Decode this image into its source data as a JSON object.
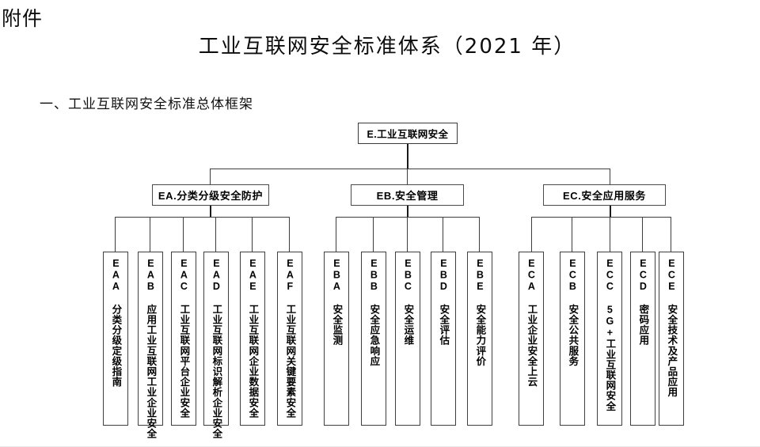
{
  "document": {
    "attachment_label": "附件",
    "title": "工业互联网安全标准体系（2021 年）",
    "section_heading": "一、工业互联网安全标准总体框架"
  },
  "colors": {
    "page_background": "#ffffff",
    "box_border": "#4a4a4a",
    "connector": "#3d3d3d",
    "text": "#000000"
  },
  "chart_data": {
    "type": "diagram",
    "title": "工业互联网安全标准体系（2021 年）",
    "root": {
      "code": "E",
      "label": "E.工业互联网安全"
    },
    "groups": [
      {
        "code": "EA",
        "label": "EA.分类分级安全防护",
        "children": [
          {
            "code": "EAA",
            "label": "EAA 分类分级定级指南"
          },
          {
            "code": "EAB",
            "label": "EAB 应用工业互联网工业企业安全"
          },
          {
            "code": "EAC",
            "label": "EAC 工业互联网平台企业安全"
          },
          {
            "code": "EAD",
            "label": "EAD 工业互联网标识解析企业安全"
          },
          {
            "code": "EAE",
            "label": "EAE 工业互联网企业数据安全"
          },
          {
            "code": "EAF",
            "label": "EAF 工业互联网关键要素安全"
          }
        ]
      },
      {
        "code": "EB",
        "label": "EB.安全管理",
        "children": [
          {
            "code": "EBA",
            "label": "EBA 安全监测"
          },
          {
            "code": "EBB",
            "label": "EBB 安全应急响应"
          },
          {
            "code": "EBC",
            "label": "EBC 安全运维"
          },
          {
            "code": "EBD",
            "label": "EBD 安全评估"
          },
          {
            "code": "EBE",
            "label": "EBE 安全能力评价"
          }
        ]
      },
      {
        "code": "EC",
        "label": "EC.安全应用服务",
        "children": [
          {
            "code": "ECA",
            "label": "ECA 工业企业安全上云"
          },
          {
            "code": "ECB",
            "label": "ECB 安全公共服务"
          },
          {
            "code": "ECC",
            "label": "ECC 5G+工业互联网安全"
          },
          {
            "code": "ECD",
            "label": "ECD 密码应用"
          },
          {
            "code": "ECE",
            "label": "ECE 安全技术及产品应用"
          }
        ]
      }
    ]
  }
}
